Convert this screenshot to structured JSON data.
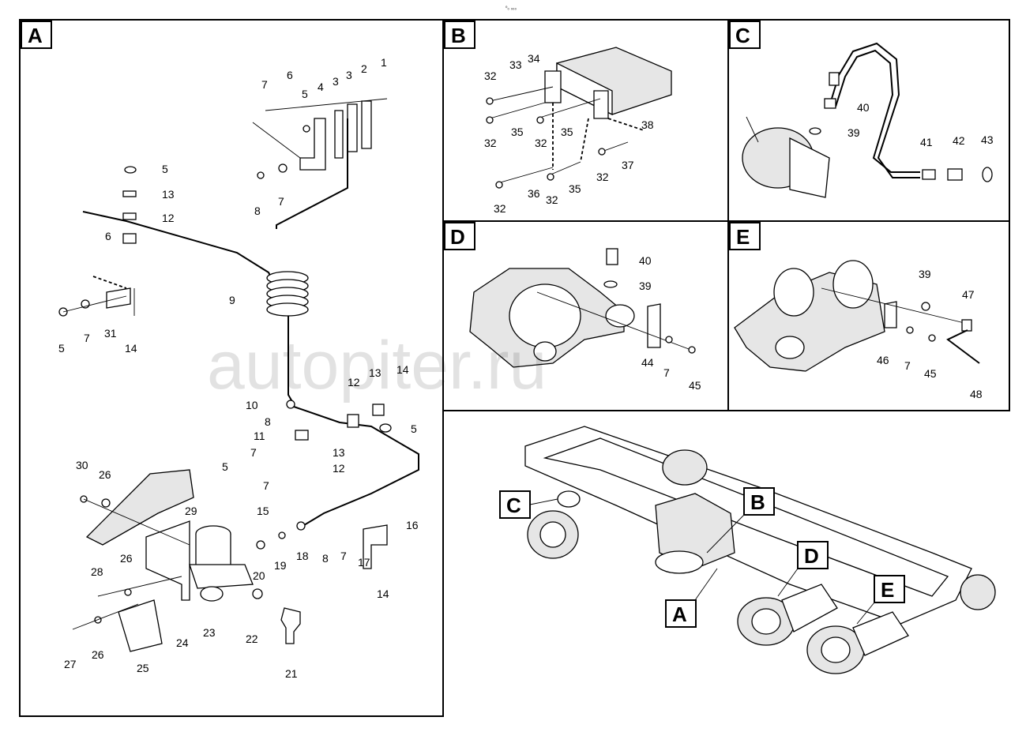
{
  "header_mark": "⁰₀ ₀₀₀",
  "watermark": "autopiter.ru",
  "panels": {
    "A": "A",
    "B": "B",
    "C": "C",
    "D": "D",
    "E": "E"
  },
  "overview_tags": {
    "A": "A",
    "B": "B",
    "C": "C",
    "D": "D",
    "E": "E"
  },
  "callouts": {
    "a1": "1",
    "a2": "2",
    "a3a": "3",
    "a3b": "3",
    "a4": "4",
    "a5a": "5",
    "a5b": "5",
    "a5c": "5",
    "a5d": "5",
    "a5e": "5",
    "a6a": "6",
    "a6b": "6",
    "a7a": "7",
    "a7b": "7",
    "a7c": "7",
    "a7d": "7",
    "a7e": "7",
    "a7f": "7",
    "a8a": "8",
    "a8b": "8",
    "a8c": "8",
    "a9": "9",
    "a10": "10",
    "a11": "11",
    "a12a": "12",
    "a12b": "12",
    "a12c": "12",
    "a13a": "13",
    "a13b": "13",
    "a13c": "13",
    "a14a": "14",
    "a14b": "14",
    "a14c": "14",
    "a15": "15",
    "a16": "16",
    "a17": "17",
    "a18": "18",
    "a19": "19",
    "a20": "20",
    "a21": "21",
    "a22": "22",
    "a23": "23",
    "a24": "24",
    "a25": "25",
    "a26a": "26",
    "a26b": "26",
    "a26c": "26",
    "a27": "27",
    "a28": "28",
    "a29": "29",
    "a30": "30",
    "a31": "31",
    "b32a": "32",
    "b32b": "32",
    "b32c": "32",
    "b32d": "32",
    "b32e": "32",
    "b32f": "32",
    "b33": "33",
    "b34": "34",
    "b35a": "35",
    "b35b": "35",
    "b35c": "35",
    "b36": "36",
    "b37": "37",
    "b38": "38",
    "c39": "39",
    "c40": "40",
    "c41": "41",
    "c42": "42",
    "c43": "43",
    "d40": "40",
    "d39": "39",
    "d44": "44",
    "d7": "7",
    "d45": "45",
    "e39": "39",
    "e47": "47",
    "e46": "46",
    "e7": "7",
    "e45": "45",
    "e48": "48"
  }
}
